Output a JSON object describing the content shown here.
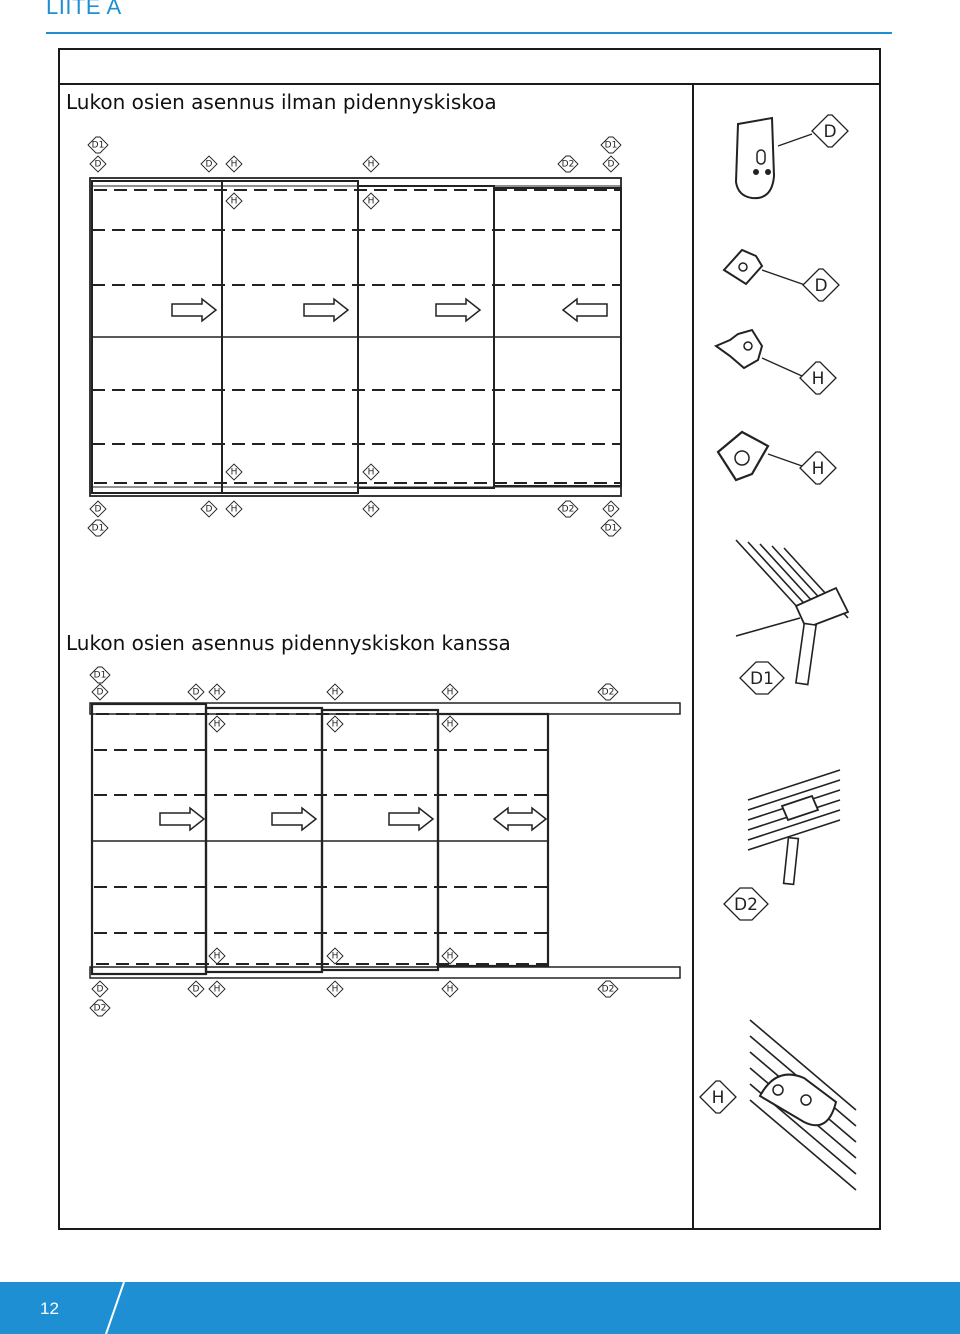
{
  "header": {
    "title": "LIITE A"
  },
  "section1": {
    "title": "Lukon osien asennus ilman pidennyskiskoa",
    "top_labels_row1": [
      "D1",
      "D1"
    ],
    "top_labels_row2": [
      "D",
      "D",
      "H",
      "H",
      "D2",
      "D"
    ],
    "inner_top_labels": [
      "H",
      "H"
    ],
    "inner_bottom_labels": [
      "H",
      "H"
    ],
    "bottom_labels_row1": [
      "D",
      "D",
      "H",
      "H",
      "D2",
      "D"
    ],
    "bottom_labels_row2": [
      "D1",
      "D1"
    ],
    "arrows": [
      "right-arrow",
      "right-arrow",
      "right-arrow",
      "left-arrow"
    ]
  },
  "section2": {
    "title": "Lukon osien asennus pidennyskiskon kanssa",
    "top_labels_row1": [
      "D1"
    ],
    "top_labels_row2": [
      "D",
      "D",
      "H",
      "H",
      "H",
      "D2"
    ],
    "inner_top_labels": [
      "H",
      "H",
      "H"
    ],
    "inner_bottom_labels": [
      "H",
      "H",
      "H"
    ],
    "bottom_labels_row1": [
      "D",
      "D",
      "H",
      "H",
      "H",
      "D2"
    ],
    "bottom_labels_row2": [
      "D2"
    ],
    "arrows": [
      "right-arrow",
      "right-arrow",
      "right-arrow",
      "double-arrow"
    ]
  },
  "side_parts": {
    "labels": [
      "D",
      "D",
      "H",
      "H",
      "D1",
      "D2",
      "H"
    ]
  },
  "footer": {
    "page_number": "12"
  },
  "colors": {
    "accent": "#1f8fd3",
    "line": "#1a1a1a"
  }
}
